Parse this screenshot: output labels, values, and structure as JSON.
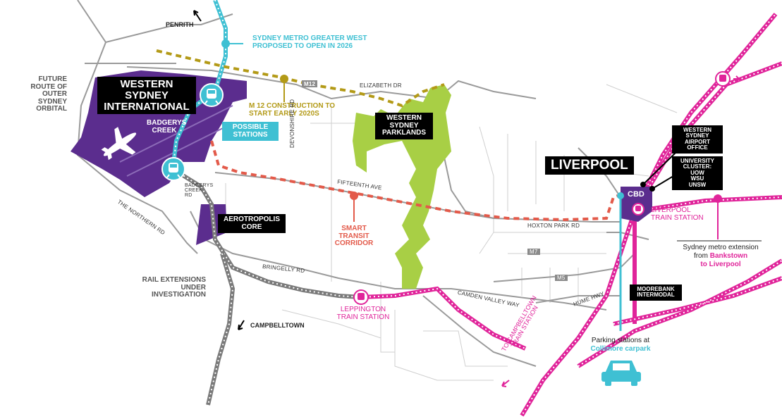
{
  "labels": {
    "penrith": "PENRITH",
    "metro_west": "SYDNEY METRO GREATER WEST PROPOSED TO OPEN IN 2026",
    "m12_construction": "M 12 CONSTRUCTION TO START EARLY 2020s",
    "m12_road": "M12",
    "elizabeth_dr": "ELIZABETH DR",
    "future_orbital": "FUTURE ROUTE OF OUTER SYDNEY ORBITAL",
    "wsi": "WESTERN SYDNEY INTERNATIONAL",
    "badgerys_creek": "BADGERYS CREEK",
    "possible_stations": "POSSIBLE STATIONS",
    "devonshire_rd": "DEVONSHIRE RD",
    "ws_parklands": "WESTERN SYDNEY PARKLANDS",
    "fifteenth_ave": "FIFTEENTH AVE",
    "northern_rd": "THE NORTHERN RD",
    "badgerys_creek_rd": "BADGERYS CREEK RD",
    "aerotropolis_core": "AEROTROPOLIS CORE",
    "smart_transit": "SMART TRANSIT CORRIDOR",
    "hoxton_park_rd": "HOXTON PARK RD",
    "bringelly_rd": "BRINGELLY RD",
    "m7": "M7",
    "m5": "M5",
    "camden_valley_way": "CAMDEN VALLEY WAY",
    "hume_hwy": "HUME HWY",
    "rail_extensions": "RAIL EXTENSIONS UNDER INVESTIGATION",
    "leppington": "LEPPINGTON TRAIN STATION",
    "campbelltown": "CAMPBELLTOWN",
    "to_campbelltown": "TO CAMPBELLTOWN TRAIN STATION",
    "liverpool": "LIVERPOOL",
    "cbd": "CBD",
    "liverpool_station": "LIVERPOOL TRAIN STATION",
    "ws_airport_office": "WESTERN SYDNEY AIRPORT OFFICE",
    "university_cluster": "UNIVERSITY CLUSTER:",
    "uow": "UOW",
    "wsu": "WSU",
    "unsw": "UNSW",
    "metro_extension_1": "Sydney metro extension",
    "metro_extension_from": "from",
    "bankstown": "Bankstown",
    "to_liverpool": "to Liverpool",
    "moorebank": "MOOREBANK INTERMODAL",
    "parking_1": "Parking stations at",
    "collimore": "Collimore carpark"
  },
  "icons": [
    "train-icon",
    "airplane-icon",
    "car-icon",
    "north-arrow-icon"
  ],
  "colors": {
    "airport_purple": "#5b2d8e",
    "parklands_green": "#a8cf45",
    "metro_teal": "#3fc0d3",
    "m12_olive": "#b39a17",
    "transit_red": "#e35a4a",
    "rail_pink": "#e0249a",
    "rail_grey": "#7a7a7a",
    "road_grey": "#9a9a9a"
  }
}
